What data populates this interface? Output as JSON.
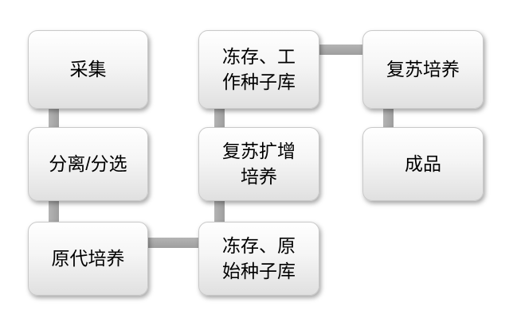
{
  "diagram": {
    "type": "flowchart",
    "background": "#ffffff",
    "colors": {
      "node_fill_top": "#ffffff",
      "node_fill_bottom": "#e0e0e0",
      "node_border": "#c9c9c9",
      "connector": "#a9a9a9"
    },
    "nodes": [
      {
        "id": "collection",
        "label": "采集"
      },
      {
        "id": "separation-sorting",
        "label": "分离/分选"
      },
      {
        "id": "primary-culture",
        "label": "原代培养"
      },
      {
        "id": "cryo-working-seed-bank",
        "label": "冻存、工\n作种子库"
      },
      {
        "id": "recovery-expansion-culture",
        "label": "复苏扩增\n培养"
      },
      {
        "id": "cryo-original-seed-bank",
        "label": "冻存、原\n始种子库"
      },
      {
        "id": "recovery-culture",
        "label": "复苏培养"
      },
      {
        "id": "finished-product",
        "label": "成品"
      }
    ],
    "edges": [
      {
        "from": "collection",
        "to": "separation-sorting"
      },
      {
        "from": "separation-sorting",
        "to": "primary-culture"
      },
      {
        "from": "primary-culture",
        "to": "cryo-original-seed-bank"
      },
      {
        "from": "cryo-original-seed-bank",
        "to": "recovery-expansion-culture"
      },
      {
        "from": "recovery-expansion-culture",
        "to": "cryo-working-seed-bank"
      },
      {
        "from": "cryo-working-seed-bank",
        "to": "recovery-culture"
      },
      {
        "from": "recovery-culture",
        "to": "finished-product"
      }
    ]
  }
}
